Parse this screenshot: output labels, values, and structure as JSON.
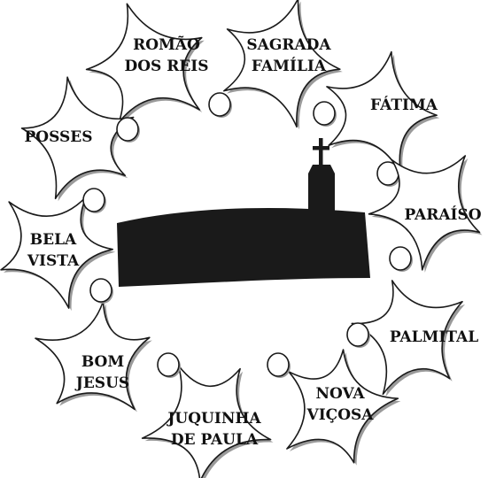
{
  "colors": {
    "figure_fill": "#ffffff",
    "figure_stroke": "#1a1a1a",
    "figure_shadow": "#9a9a9a",
    "church": "#1a1a1a"
  },
  "communities": [
    {
      "id": "romao-dos-reis",
      "lines": [
        "ROMÃO",
        "DOS REIS"
      ]
    },
    {
      "id": "sagrada-familia",
      "lines": [
        "SAGRADA",
        "FAMÍLIA"
      ]
    },
    {
      "id": "fatima",
      "lines": [
        "FÁTIMA"
      ]
    },
    {
      "id": "paraiso",
      "lines": [
        "PARAÍSO"
      ]
    },
    {
      "id": "palmital",
      "lines": [
        "PALMITAL"
      ]
    },
    {
      "id": "nova-vicosa",
      "lines": [
        "NOVA",
        "VIÇOSA"
      ]
    },
    {
      "id": "juquinha-de-paula",
      "lines": [
        "JUQUINHA",
        "DE PAULA"
      ]
    },
    {
      "id": "bom-jesus",
      "lines": [
        "BOM",
        "JESUS"
      ]
    },
    {
      "id": "bela-vista",
      "lines": [
        "BELA",
        "VISTA"
      ]
    },
    {
      "id": "posses",
      "lines": [
        "POSSES"
      ]
    }
  ],
  "center_icon": "church-icon"
}
